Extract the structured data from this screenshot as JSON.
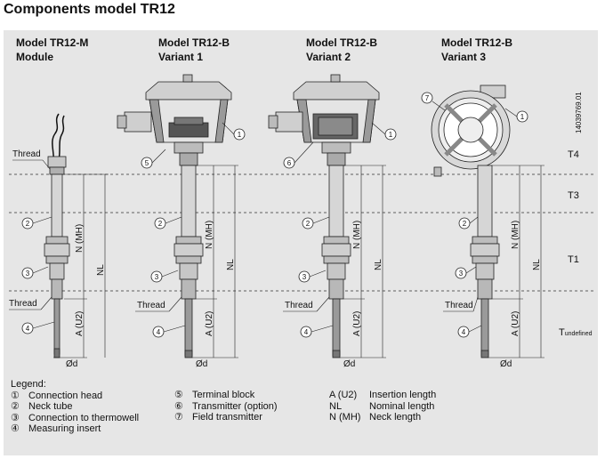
{
  "title": "Components model TR12",
  "models": [
    {
      "line1": "Model TR12-M",
      "line2": "Module"
    },
    {
      "line1": "Model TR12-B",
      "line2": "Variant 1"
    },
    {
      "line1": "Model TR12-B",
      "line2": "Variant 2"
    },
    {
      "line1": "Model TR12-B",
      "line2": "Variant 3"
    }
  ],
  "zones": {
    "t4": "T4",
    "t3": "T3",
    "t1": "T1",
    "tundef": "T",
    "tundef_sub": "undefined"
  },
  "labels": {
    "thread": "Thread",
    "n_mh": "N (MH)",
    "nl": "NL",
    "a_u2": "A (U2)",
    "phi_d": "Ød",
    "docno": "14039769.01"
  },
  "legend": {
    "heading": "Legend:",
    "items": [
      {
        "sym": "①",
        "text": "Connection head"
      },
      {
        "sym": "②",
        "text": "Neck tube"
      },
      {
        "sym": "③",
        "text": "Connection to thermowell"
      },
      {
        "sym": "④",
        "text": "Measuring insert"
      },
      {
        "sym": "⑤",
        "text": "Terminal block"
      },
      {
        "sym": "⑥",
        "text": "Transmitter (option)"
      },
      {
        "sym": "⑦",
        "text": "Field transmitter"
      }
    ],
    "abbrev": [
      {
        "key": "A (U2)",
        "text": "Insertion length"
      },
      {
        "key": "NL",
        "text": "Nominal length"
      },
      {
        "key": "N (MH)",
        "text": "Neck length"
      }
    ]
  }
}
